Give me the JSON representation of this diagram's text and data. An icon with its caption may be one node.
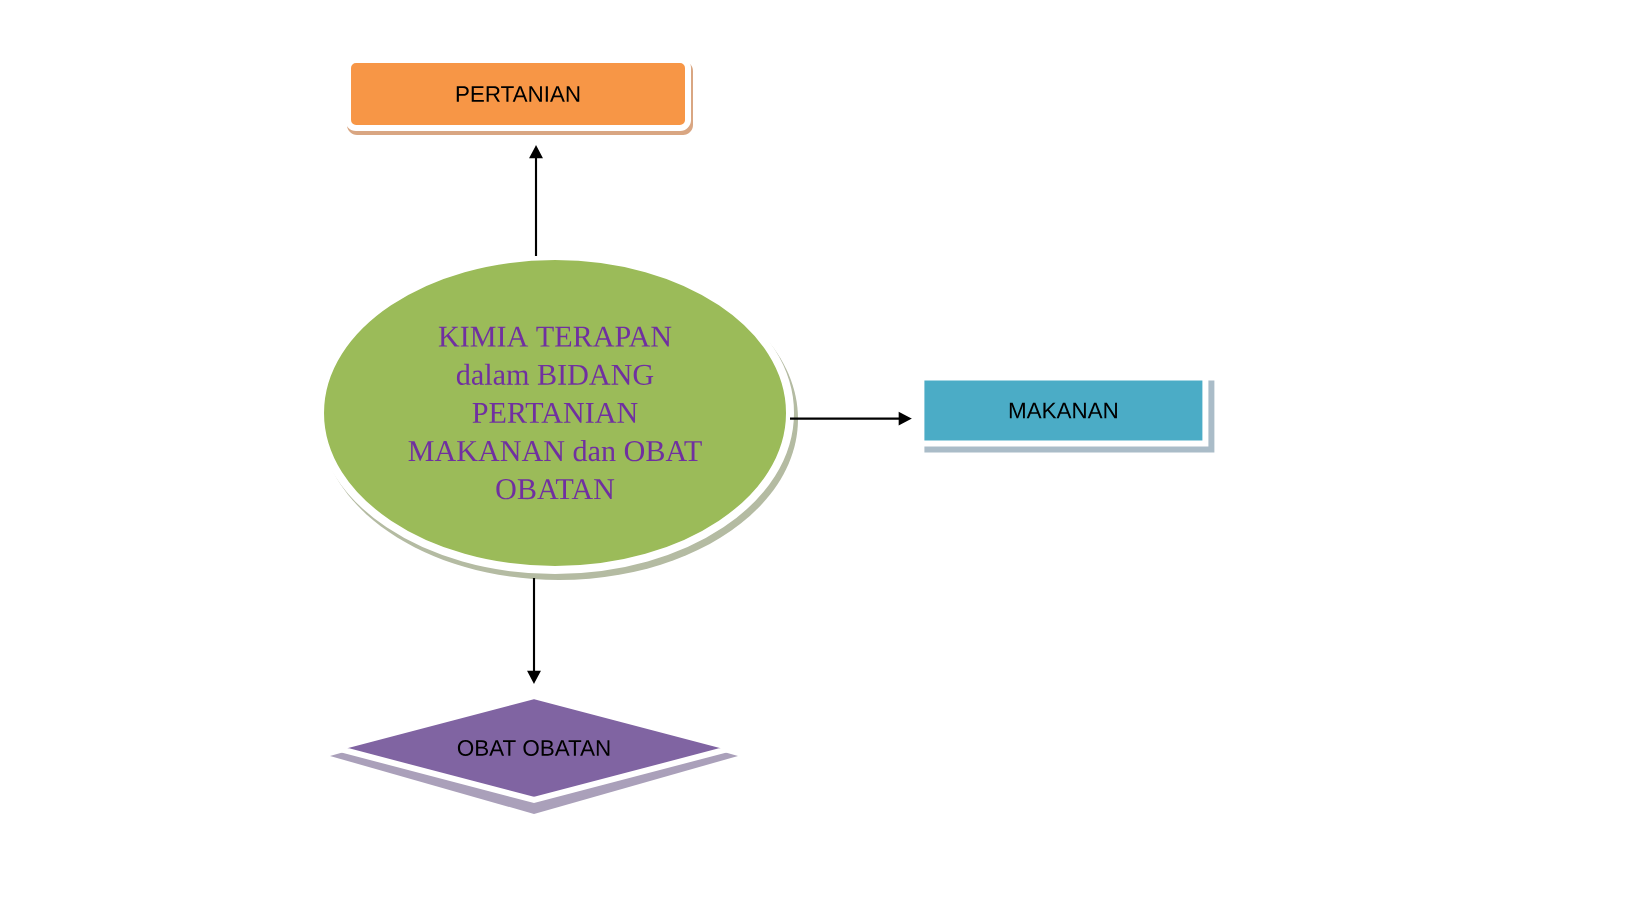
{
  "diagram": {
    "nodes": [
      {
        "text": [
          "KIMIA TERAPAN dalam BIDANG PERTANIAN MAKANAN dan OBAT OBATAN"
        ]
      },
      {
        "text": [
          "PERTANIAN"
        ]
      },
      {
        "text": [
          "MAKANAN"
        ]
      },
      {
        "text": [
          "OBAT OBATAN"
        ]
      }
    ],
    "edges": [
      {
        "from": 0,
        "to": 1,
        "arrow": "to"
      },
      {
        "from": 0,
        "to": 2,
        "arrow": "to"
      },
      {
        "from": 0,
        "to": 3,
        "arrow": "to"
      }
    ]
  }
}
